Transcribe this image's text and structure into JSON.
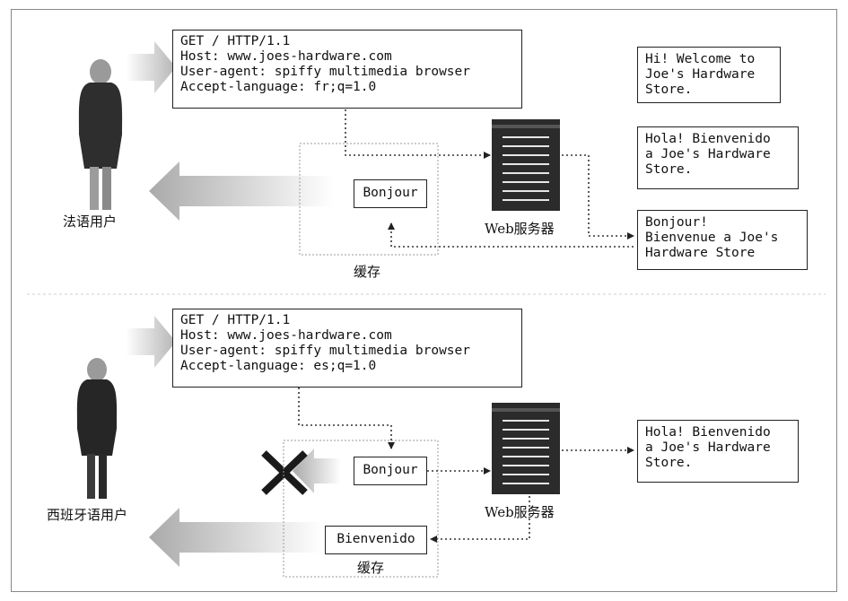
{
  "colors": {
    "arrow_gray": "#b0b0b0",
    "server_dark": "#2b2b2b",
    "x_mark": "#1a1a1a",
    "dotted": "#333333"
  },
  "icons": [
    "person-icon",
    "server-icon",
    "cross-icon",
    "wide-arrow-icon"
  ],
  "top": {
    "user_label": "法语用户",
    "request": [
      "GET / HTTP/1.1",
      "Host: www.joes-hardware.com",
      "User-agent: spiffy multimedia browser",
      "Accept-language: fr;q=1.0"
    ],
    "cache_item": "Bonjour",
    "cache_label": "缓存",
    "server_label": "Web服务器",
    "responses": [
      [
        "Hi! Welcome to",
        "Joe's Hardware",
        "Store."
      ],
      [
        "Hola! Bienvenido",
        "a Joe's Hardware",
        "Store."
      ],
      [
        "Bonjour!",
        "Bienvenue a Joe's",
        "Hardware Store"
      ]
    ]
  },
  "bottom": {
    "user_label": "西班牙语用户",
    "request": [
      "GET / HTTP/1.1",
      "Host: www.joes-hardware.com",
      "User-agent: spiffy multimedia browser",
      "Accept-language: es;q=1.0"
    ],
    "cache_item_rejected": "Bonjour",
    "cache_item_new": "Bienvenido",
    "cache_label": "缓存",
    "server_label": "Web服务器",
    "response": [
      "Hola! Bienvenido",
      "a Joe's Hardware",
      "Store."
    ]
  }
}
